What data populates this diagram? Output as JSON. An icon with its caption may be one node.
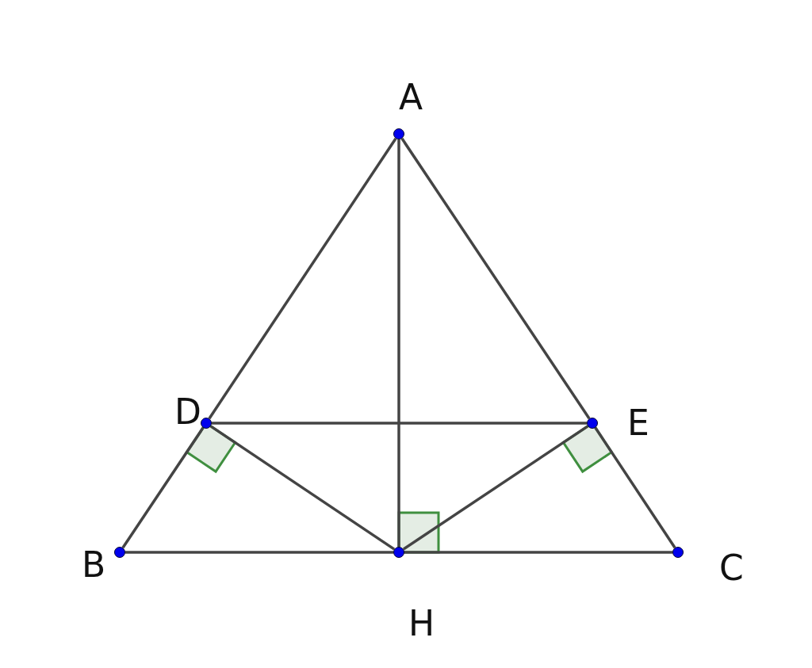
{
  "diagram": {
    "nodes": [
      {
        "text": [
          "A"
        ]
      },
      {
        "text": [
          "B"
        ]
      },
      {
        "text": [
          "C"
        ]
      },
      {
        "text": [
          "D"
        ]
      },
      {
        "text": [
          "E"
        ]
      },
      {
        "text": [
          "H"
        ]
      }
    ],
    "edges": [
      {
        "from": 0,
        "to": 3,
        "arrow": "none"
      },
      {
        "from": 3,
        "to": 1,
        "arrow": "none"
      },
      {
        "from": 0,
        "to": 4,
        "arrow": "none"
      },
      {
        "from": 4,
        "to": 2,
        "arrow": "none"
      },
      {
        "from": 1,
        "to": 5,
        "arrow": "none"
      },
      {
        "from": 5,
        "to": 2,
        "arrow": "none"
      },
      {
        "from": 0,
        "to": 5,
        "arrow": "none"
      },
      {
        "from": 3,
        "to": 4,
        "arrow": "none"
      },
      {
        "from": 3,
        "to": 5,
        "arrow": "none"
      },
      {
        "from": 4,
        "to": 5,
        "arrow": "none"
      }
    ]
  }
}
